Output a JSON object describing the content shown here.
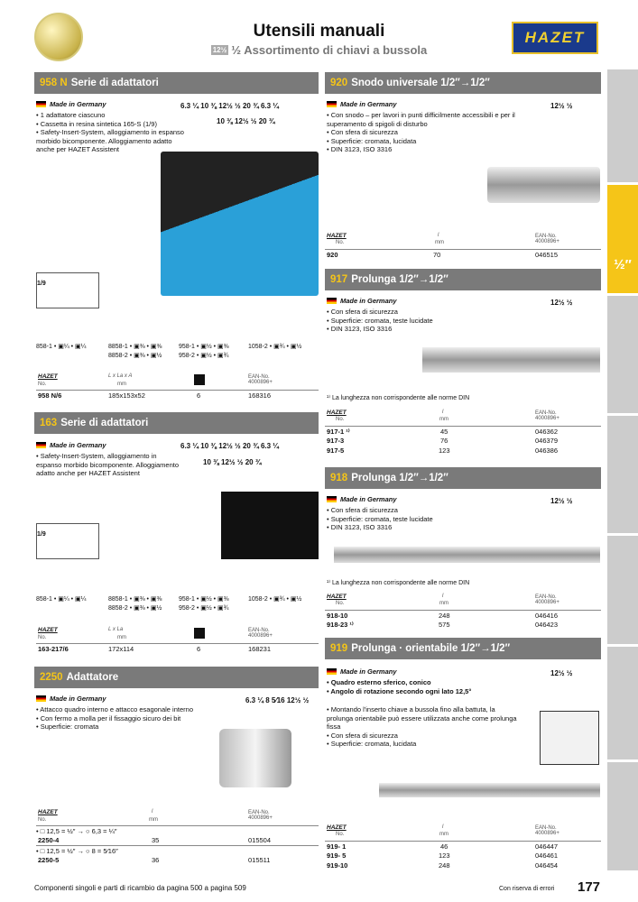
{
  "header": {
    "title": "Utensili manuali",
    "subtitle_size": "12½",
    "subtitle": "½ Assortimento di chiavi a bussola",
    "logo": "HAZET"
  },
  "sections": {
    "s958": {
      "num": "958 N",
      "title": "Serie di adattatori",
      "madein": "Made in Germany",
      "bullets": [
        "• 1 adattatore ciascuno",
        "• Cassetta in resina sintetica 165-S (1/9)",
        "• Safety-Insert-System, alloggiamento in espanso morbido bicomponente. Alloggiamento adatto anche per HAZET Assistent"
      ],
      "grid_label": "1/9",
      "parts": [
        "858-1 • ▣¼ • ▣¼",
        "8858-1 • ▣⅜ • ▣⅜",
        "8858-2 • ▣⅜ • ▣½",
        "958-1 • ▣½ • ▣⅜",
        "958-2 • ▣½ • ▣¾",
        "1058-2 • ▣¾ • ▣½"
      ],
      "table": {
        "hz": "HAZET",
        "no": "No.",
        "dim": "L x La x A",
        "unit": "mm",
        "ean": "EAN-No. 4000896+",
        "rows": [
          {
            "no": "958 N/6",
            "dim": "185x153x52",
            "q": "6",
            "ean": "168316"
          }
        ]
      }
    },
    "s163": {
      "num": "163",
      "title": "Serie di adattatori",
      "madein": "Made in Germany",
      "bullets": [
        "• Safety-Insert-System, alloggiamento in espanso morbido bicomponente. Alloggiamento adatto anche per HAZET Assistent"
      ],
      "grid_label": "1/9",
      "parts": [
        "858-1 • ▣¼ • ▣¼",
        "8858-1 • ▣⅜ • ▣⅜",
        "8858-2 • ▣⅜ • ▣½",
        "958-1 • ▣½ • ▣⅜",
        "958-2 • ▣½ • ▣¾",
        "1058-2 • ▣¾ • ▣½"
      ],
      "table": {
        "hz": "HAZET",
        "no": "No.",
        "dim": "L x La",
        "unit": "mm",
        "ean": "EAN-No. 4000896+",
        "rows": [
          {
            "no": "163-217/6",
            "dim": "172x114",
            "q": "6",
            "ean": "168231"
          }
        ]
      }
    },
    "s2250": {
      "num": "2250",
      "title": "Adattatore",
      "madein": "Made in Germany",
      "bullets": [
        "• Attacco quadro interno e attacco esagonale interno",
        "• Con fermo a molla per il fissaggio sicuro dei bit",
        "• Superficie: cromata"
      ],
      "table": {
        "hz": "HAZET",
        "no": "No.",
        "l": "l",
        "unit": "mm",
        "ean": "EAN-No. 4000896+",
        "rows": [
          {
            "note": "• □ 12,5 = ½″ → ○ 6,3 = ¼″",
            "no": "2250-4",
            "l": "35",
            "ean": "015504"
          },
          {
            "note": "• □ 12,5 = ½″ → ○ 8 = 5⁄16″",
            "no": "2250-5",
            "l": "36",
            "ean": "015511"
          }
        ]
      }
    },
    "s920": {
      "num": "920",
      "title": "Snodo universale 1/2″→1/2″",
      "madein": "Made in Germany",
      "bullets": [
        "• Con snodo – per lavori in punti difficilmente accessibili e per il superamento di spigoli di disturbo",
        "• Con sfera di sicurezza",
        "• Superficie: cromata, lucidata",
        "• DIN 3123, ISO 3316"
      ],
      "table": {
        "hz": "HAZET",
        "no": "No.",
        "l": "l",
        "unit": "mm",
        "ean": "EAN-No. 4000896+",
        "rows": [
          {
            "no": "920",
            "l": "70",
            "ean": "046515"
          }
        ]
      }
    },
    "s917": {
      "num": "917",
      "title": "Prolunga 1/2″→1/2″",
      "madein": "Made in Germany",
      "bullets": [
        "• Con sfera di sicurezza",
        "• Superficie: cromata, teste lucidate",
        "• DIN 3123, ISO 3316"
      ],
      "footnote": "¹⁾ La lunghezza non corrispondente alle norme DIN",
      "table": {
        "hz": "HAZET",
        "no": "No.",
        "l": "l",
        "unit": "mm",
        "ean": "EAN-No. 4000896+",
        "rows": [
          {
            "no": "917-1 ¹⁾",
            "l": "45",
            "ean": "046362"
          },
          {
            "no": "917-3",
            "l": "76",
            "ean": "046379"
          },
          {
            "no": "917-5",
            "l": "123",
            "ean": "046386"
          }
        ]
      }
    },
    "s918": {
      "num": "918",
      "title": "Prolunga 1/2″→1/2″",
      "madein": "Made in Germany",
      "bullets": [
        "• Con sfera di sicurezza",
        "• Superficie: cromata, teste lucidate",
        "• DIN 3123, ISO 3316"
      ],
      "footnote": "¹⁾ La lunghezza non corrispondente alle norme DIN",
      "table": {
        "hz": "HAZET",
        "no": "No.",
        "l": "l",
        "unit": "mm",
        "ean": "EAN-No. 4000896+",
        "rows": [
          {
            "no": "918-10",
            "l": "248",
            "ean": "046416"
          },
          {
            "no": "918-23 ¹⁾",
            "l": "575",
            "ean": "046423"
          }
        ]
      }
    },
    "s919": {
      "num": "919",
      "title": "Prolunga · orientabile 1/2″→1/2″",
      "madein": "Made in Germany",
      "bullets_bold": [
        "• Quadro esterno sferico, conico",
        "• Angolo di rotazione secondo ogni lato 12,5°"
      ],
      "bullets": [
        "• Montando l'inserto chiave a bussola fino alla battuta, la prolunga orientabile può essere utilizzata anche come prolunga fissa",
        "• Con sfera di sicurezza",
        "• Superficie: cromata, lucidata"
      ],
      "table": {
        "hz": "HAZET",
        "no": "No.",
        "l": "l",
        "unit": "mm",
        "ean": "EAN-No. 4000896+",
        "rows": [
          {
            "no": "919- 1",
            "l": "46",
            "ean": "046447"
          },
          {
            "no": "919- 5",
            "l": "123",
            "ean": "046461"
          },
          {
            "no": "919-10",
            "l": "248",
            "ean": "046454"
          }
        ]
      }
    }
  },
  "sizes": {
    "half": "12½ ½",
    "s958_a": "6.3 ¼  10 ⅜  12½ ½  20 ¾  6.3 ¼",
    "s958_b": "10 ⅜  12½ ½  20 ¾",
    "s2250": "6.3 ¼  8 5⁄16  12½ ½"
  },
  "side_active": "½″",
  "footer": {
    "left": "Componenti singoli e parti di ricambio da pagina 500 a pagina 509",
    "right": "Con riserva di errori",
    "page": "177"
  }
}
